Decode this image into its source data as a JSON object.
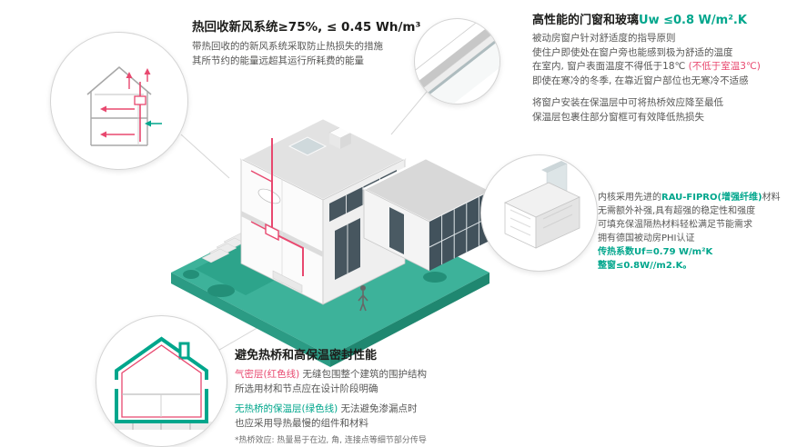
{
  "colors": {
    "teal_accent": "#00a68c",
    "teal_platform": "#3db29a",
    "teal_dark": "#1f8770",
    "red_accent": "#e8486f",
    "title_text": "#1d1d1b",
    "body_text": "#575756"
  },
  "hrv": {
    "title": "热回收新风系统≥75%, ≤ 0.45 Wh/m³",
    "line1": "带热回收的的新风系统采取防止热损失的措施",
    "line2": "其所节约的能量远超其运行所耗费的能量"
  },
  "windows": {
    "title": "高性能的门窗和玻璃",
    "title_value": "Uw ≤0.8 W/m².K",
    "p1l1": "被动房窗户针对舒适度的指导原则",
    "p1l2": "使住户即使处在窗户旁也能感到极为舒适的温度",
    "p1l3a": "在室内, 窗户表面温度不得低于18℃ ",
    "p1l3b": "(不低于室温3℃)",
    "p1l4": "即使在寒冷的冬季, 在靠近窗户部位也无寒冷不适感",
    "p2l1": "将窗户安装在保温层中可将热桥效应降至最低",
    "p2l2": "保温层包裹住部分窗框可有效降低热损失"
  },
  "profile": {
    "l1a": "内核采用先进的",
    "l1b": "RAU-FIPRO(增强纤维)",
    "l1c": "材料",
    "l2": "无需额外补强,具有超强的稳定性和强度",
    "l3": "可填充保温隔热材料轻松满足节能需求",
    "l4": "拥有德国被动房PHI认证",
    "l5": "传热系数Uf=0.79 W/m²K",
    "l6": "整窗≤0.8W//m2.K。"
  },
  "thermal": {
    "title": "避免热桥和高保温密封性能",
    "l1a": "气密层(红色线)",
    "l1b": " 无缝包围整个建筑的围护结构",
    "l2": "所选用材和节点应在设计阶段明确",
    "l3a": "无热桥的保温层(绿色线)",
    "l3b": " 无法避免渗漏点时",
    "l4": "也应采用导热最慢的组件和材料",
    "note": "*热桥效应: 热量易于在边, 角, 连接点等细节部分传导"
  }
}
